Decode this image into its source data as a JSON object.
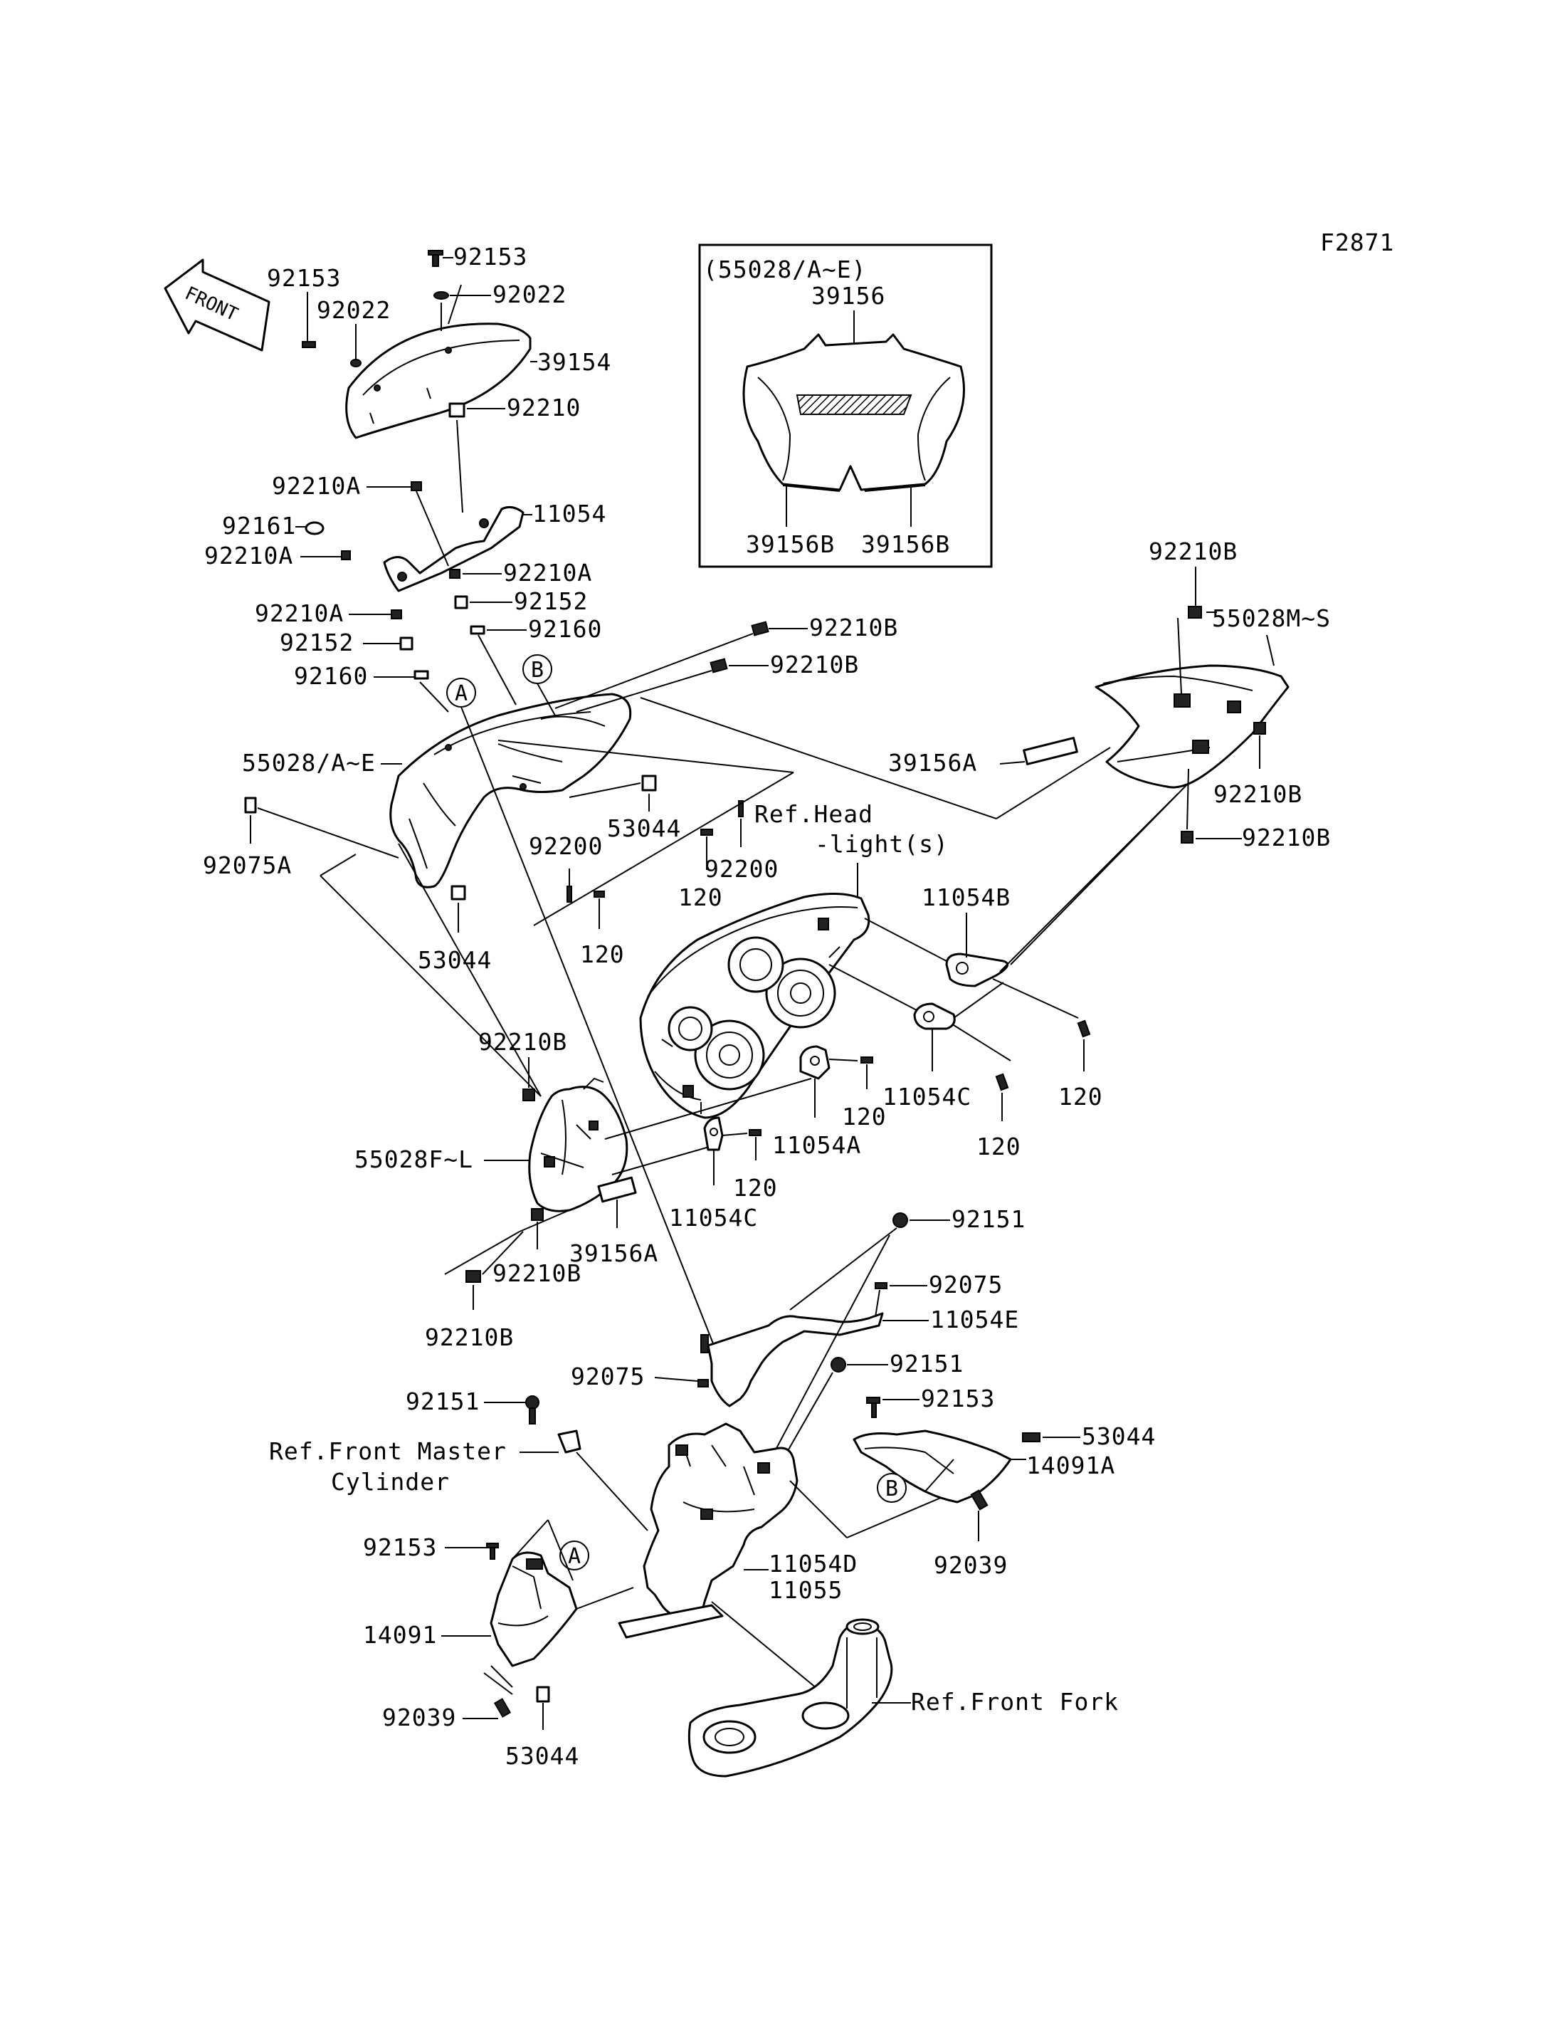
{
  "figure_code": "F2871",
  "front_arrow_label": "FRONT",
  "inset": {
    "title": "(55028/A~E)",
    "labels": [
      "39156",
      "39156B",
      "39156B"
    ]
  },
  "callout_letters": [
    "A",
    "B",
    "A",
    "B"
  ],
  "labels": [
    "92153",
    "92153",
    "92022",
    "92022",
    "39154",
    "92210",
    "92210A",
    "11054",
    "92161",
    "92210A",
    "92210A",
    "92210A",
    "92152",
    "92152",
    "92160",
    "92160",
    "92210B",
    "92210B",
    "92210B",
    "55028M~S",
    "39156A",
    "92210B",
    "92210B",
    "55028/A~E",
    "92075A",
    "53044",
    "53044",
    "92200",
    "92200",
    "120",
    "120",
    "Ref.Head",
    "-light(s)",
    "11054B",
    "120",
    "92210B",
    "55028F~L",
    "11054A",
    "120",
    "11054C",
    "120",
    "11054C",
    "120",
    "92210B",
    "39156A",
    "92210B",
    "92151",
    "92075",
    "11054E",
    "92075",
    "92151",
    "92151",
    "92153",
    "53044",
    "14091A",
    "92039",
    "Ref.Front Master",
    "Cylinder",
    "92153",
    "14091",
    "92039",
    "53044",
    "11054D",
    "11055",
    "Ref.Front Fork"
  ]
}
